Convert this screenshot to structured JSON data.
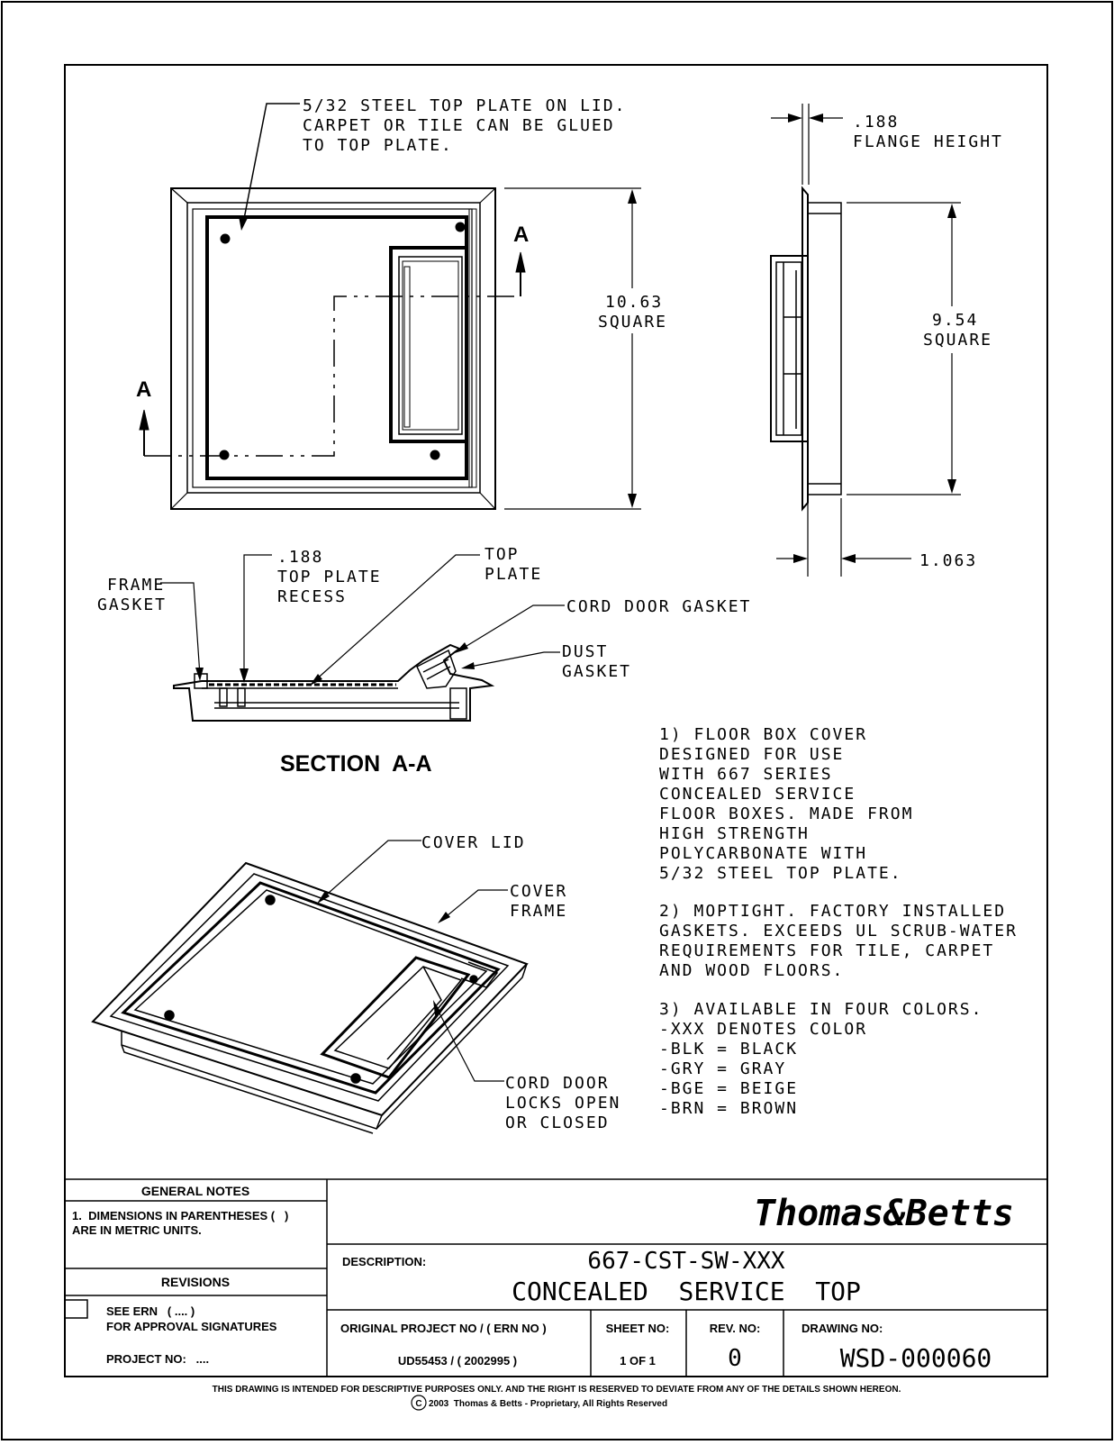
{
  "callouts": {
    "top_plate_note": [
      "5/32 STEEL TOP PLATE ON LID.",
      "CARPET OR TILE CAN BE GLUED",
      "TO TOP PLATE."
    ],
    "flange_height": [
      ".188",
      "FLANGE HEIGHT"
    ],
    "dim_outer": [
      "10.63",
      "SQUARE"
    ],
    "dim_inner": [
      "9.54",
      "SQUARE"
    ],
    "dim_depth": "1.063",
    "section_marker": "A",
    "frame_gasket": [
      "FRAME",
      "GASKET"
    ],
    "recess": [
      ".188",
      "TOP PLATE",
      "RECESS"
    ],
    "top_plate": [
      "TOP",
      "PLATE"
    ],
    "cord_door_gasket": "CORD DOOR GASKET",
    "dust_gasket": [
      "DUST",
      "GASKET"
    ],
    "section_title": "SECTION  A-A",
    "cover_lid": "COVER LID",
    "cover_frame": [
      "COVER",
      "FRAME"
    ],
    "cord_door": [
      "CORD DOOR",
      "LOCKS OPEN",
      "OR CLOSED"
    ]
  },
  "notes": [
    [
      "1) FLOOR BOX COVER",
      "   DESIGNED FOR USE",
      "   WITH 667 SERIES",
      "   CONCEALED SERVICE",
      "   FLOOR BOXES. MADE FROM",
      "   HIGH STRENGTH",
      "   POLYCARBONATE WITH",
      "   5/32 STEEL TOP PLATE."
    ],
    [
      "2) MOPTIGHT. FACTORY INSTALLED",
      "   GASKETS. EXCEEDS UL SCRUB-WATER",
      "   REQUIREMENTS FOR TILE, CARPET",
      "   AND WOOD FLOORS."
    ],
    [
      "3) AVAILABLE IN FOUR COLORS.",
      "    -XXX DENOTES COLOR",
      "    -BLK = BLACK",
      "    -GRY = GRAY",
      "    -BGE = BEIGE",
      "    -BRN = BROWN"
    ]
  ],
  "title_block": {
    "general_notes_header": "GENERAL NOTES",
    "general_note_1": [
      "1.  DIMENSIONS IN PARENTHESES (   )",
      "ARE IN METRIC UNITS."
    ],
    "revisions_header": "REVISIONS",
    "see_ern": [
      "SEE ERN   ( .... )",
      "FOR APPROVAL SIGNATURES"
    ],
    "project_no": "PROJECT NO:   ....",
    "logo": "Thomas&Betts",
    "description_label": "DESCRIPTION:",
    "part_number": "667-CST-SW-XXX",
    "part_name": "CONCEALED  SERVICE  TOP",
    "orig_project_label": "ORIGINAL PROJECT NO / ( ERN NO )",
    "orig_project_value": "UD55453 / ( 2002995 )",
    "sheet_label": "SHEET NO:",
    "sheet_value": "1 OF 1",
    "rev_label": "REV. NO:",
    "rev_value": "0",
    "drawing_label": "DRAWING NO:",
    "drawing_value": "WSD-000060"
  },
  "footer": {
    "disclaimer": "THIS DRAWING IS INTENDED FOR DESCRIPTIVE PURPOSES ONLY.  AND THE RIGHT IS RESERVED TO DEVIATE FROM ANY OF THE DETAILS SHOWN HEREON.",
    "copyright": "2003  Thomas & Betts - Proprietary, All Rights Reserved",
    "copyright_symbol": "C"
  }
}
